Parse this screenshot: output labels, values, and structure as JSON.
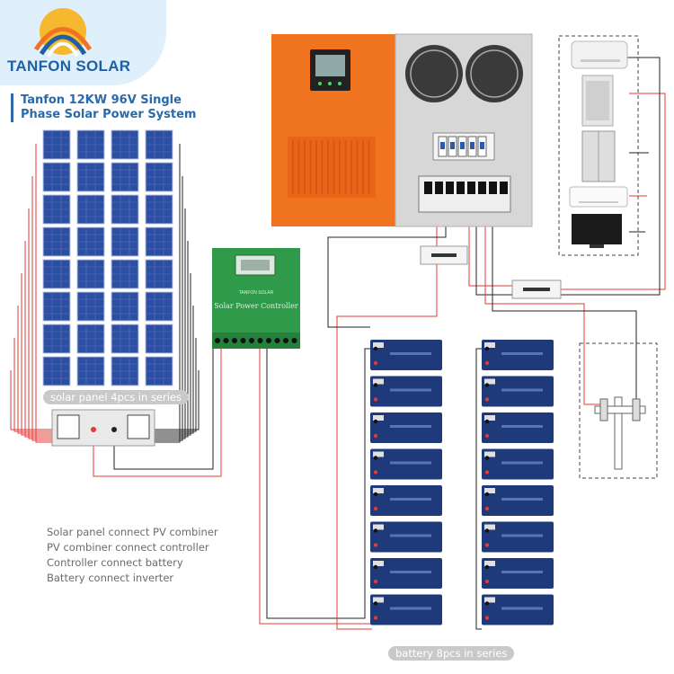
{
  "brand": {
    "name": "TANFON SOLAR",
    "colors": {
      "blue": "#1f5fa8",
      "orange": "#f0731f",
      "sun": "#f5b82e"
    }
  },
  "title": {
    "line1": "Tanfon 12KW 96V Single",
    "line2": "Phase Solar Power System"
  },
  "solar_panels": {
    "label": "solar panel 4pcs in series",
    "columns": 4,
    "rows": 8,
    "color": "#2c4fa3"
  },
  "controller": {
    "title": "Solar Power Controller",
    "brand": "TANFON SOLAR",
    "color": "#2f9a4a"
  },
  "inverter": {
    "body_color": "#f0731f",
    "panel_color": "#d7d7d7"
  },
  "batteries": {
    "label": "battery 8pcs in series",
    "columns": 2,
    "rows": 8,
    "color": "#1e3a7a"
  },
  "appliances": [
    {
      "name": "air-conditioner-indoor"
    },
    {
      "name": "washing-machine"
    },
    {
      "name": "refrigerator"
    },
    {
      "name": "air-conditioner"
    },
    {
      "name": "television"
    }
  ],
  "steps": [
    "Solar panel connect PV combiner",
    "PV combiner connect controller",
    "Controller connect battery",
    "Battery connect inverter"
  ],
  "wire_colors": {
    "positive": "#e53935",
    "negative": "#222222"
  }
}
